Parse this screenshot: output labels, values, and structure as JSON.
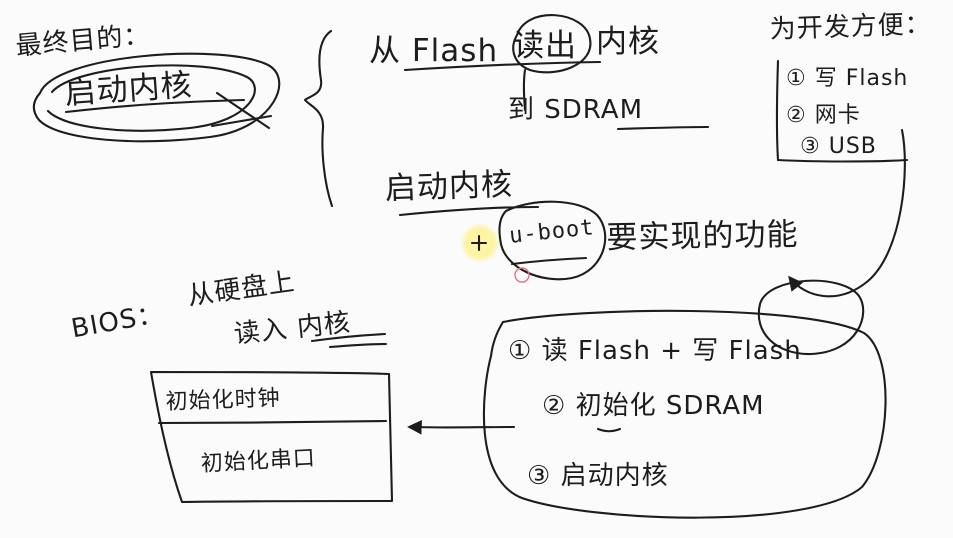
{
  "background_color": "#fbfbfb",
  "ink_color": "#1d1d1d",
  "cursor_highlight_color": "#fff59c",
  "cursor_marker_color": "#e56f86",
  "notes": {
    "final_goal": "最终目的：",
    "start_kernel_main": "启动内核",
    "read_kernel_prefix": "从 Flash",
    "read_out": "读出",
    "kernel_word": "内核",
    "to_sdram": "到 SDRAM",
    "start_kernel_step": "启动内核",
    "uboot": "u-boot",
    "uboot_implements": "要实现的功能",
    "dev_convenience": "为开发方便：",
    "convenience_items": [
      "① 写 Flash",
      "② 网卡",
      "③ USB"
    ],
    "bios": "BIOS：",
    "bios_line1": "从硬盘上",
    "bios_line2": "读入 内核",
    "bios_box_line1": "初始化时钟",
    "bios_box_line2": "初始化串口",
    "function_items": [
      "① 读 Flash + 写 Flash",
      "② 初始化 SDRAM",
      "③ 启动内核"
    ]
  }
}
